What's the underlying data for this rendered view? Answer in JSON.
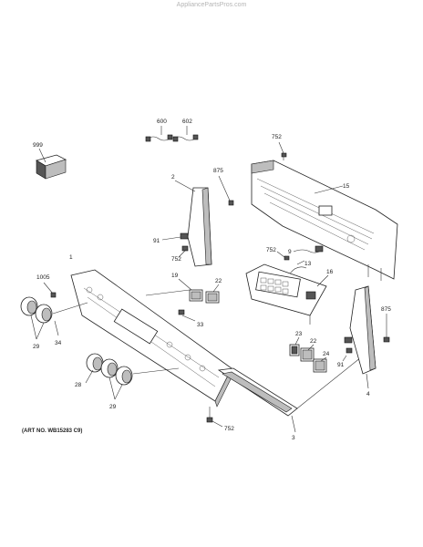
{
  "watermark": "AppliancePartsPros.com",
  "art_number": "(ART NO. WB15283 C9)",
  "callouts": {
    "c999": "999",
    "c600": "600",
    "c602": "602",
    "c752a": "752",
    "c875a": "875",
    "c2": "2",
    "c15": "15",
    "c91a": "91",
    "c752b": "752",
    "c752c": "752",
    "c9": "9",
    "c13": "13",
    "c16": "16",
    "c1": "1",
    "c1005": "1005",
    "c19": "19",
    "c22a": "22",
    "c33": "33",
    "c29a": "29",
    "c34": "34",
    "c875b": "875",
    "c23": "23",
    "c22b": "22",
    "c24": "24",
    "c91b": "91",
    "c4": "4",
    "c28": "28",
    "c29b": "29",
    "c752d": "752",
    "c3": "3"
  }
}
